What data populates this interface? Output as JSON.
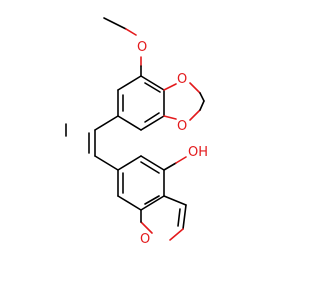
{
  "molecule": {
    "atom_labels": {
      "methoxy_o": "O",
      "dioxole_o_top": "O",
      "dioxole_o_bottom": "O",
      "hydroxyl": "OH",
      "furan_o": "O"
    },
    "colors": {
      "carbon_bond": "#000000",
      "heteroatom": "#e31a1c",
      "background": "#ffffff"
    }
  }
}
